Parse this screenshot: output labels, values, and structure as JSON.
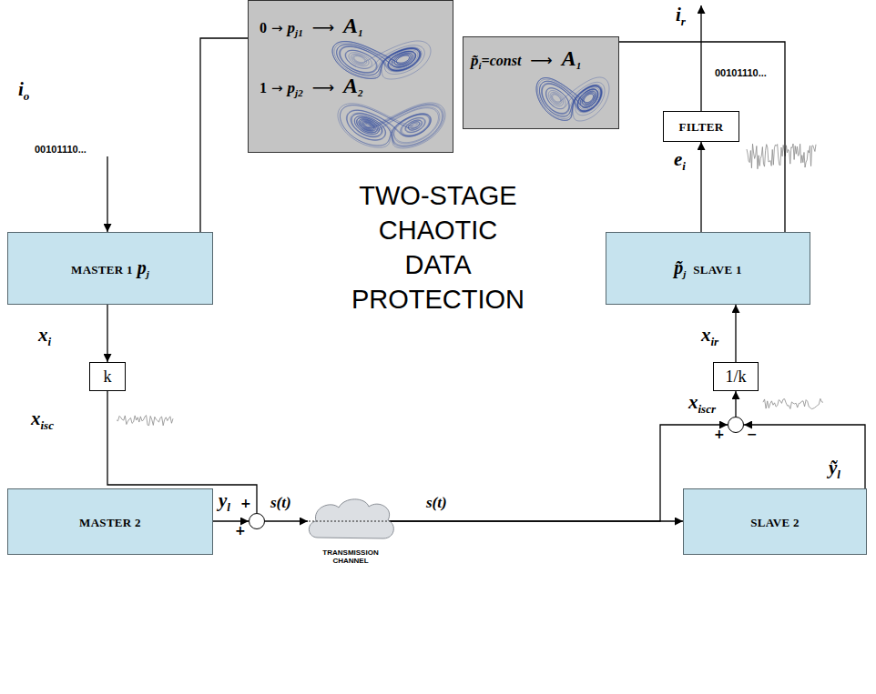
{
  "diagram": {
    "title": "TWO-STAGE CHAOTIC DATA PROTECTION",
    "nodes": [
      {
        "text": [
          "0",
          "→",
          "p",
          "j1",
          "⟶",
          "A",
          "1",
          "1",
          "→",
          "p",
          "j2",
          "⟶",
          "A",
          "2"
        ]
      },
      {
        "text": [
          "p̃",
          "i",
          "=const",
          "⟶",
          "A",
          "1"
        ]
      },
      {
        "text": [
          "MASTER 1",
          "p",
          "j"
        ]
      },
      {
        "text": [
          "p̃",
          "j",
          "SLAVE 1"
        ]
      },
      {
        "text": [
          "FILTER"
        ]
      },
      {
        "text": [
          "k"
        ]
      },
      {
        "text": [
          "1/k"
        ]
      },
      {
        "text": [
          "MASTER 2"
        ]
      },
      {
        "text": [
          "SLAVE 2"
        ]
      },
      {
        "text": [
          "+",
          "+"
        ]
      },
      {
        "text": [
          "TRANSMISSION CHANNEL"
        ]
      },
      {
        "text": [
          "+",
          "−"
        ]
      }
    ],
    "edges": [
      {
        "from": 2,
        "to": 5,
        "arrow": "to"
      },
      {
        "from": 5,
        "to": 9,
        "arrow": "none"
      },
      {
        "from": 7,
        "to": 9,
        "arrow": "to"
      },
      {
        "from": 9,
        "to": 10,
        "arrow": "to"
      },
      {
        "from": 10,
        "to": 8,
        "arrow": "to"
      },
      {
        "from": 10,
        "to": 11,
        "arrow": "to"
      },
      {
        "from": 8,
        "to": 11,
        "arrow": "to"
      },
      {
        "from": 11,
        "to": 6,
        "arrow": "to"
      },
      {
        "from": 6,
        "to": 3,
        "arrow": "to"
      },
      {
        "from": 3,
        "to": 4,
        "arrow": "to"
      },
      {
        "from": 2,
        "to": 0,
        "arrow": "none"
      },
      {
        "from": 3,
        "to": 1,
        "arrow": "none"
      }
    ],
    "labels": [
      "i",
      "o",
      "00101110...",
      "x",
      "i",
      "x",
      "isc",
      "y",
      "l",
      "s(t)",
      "s(t)",
      "x",
      "iscr",
      "x",
      "ir",
      "e",
      "i",
      "ỹ",
      "l",
      "i",
      "r",
      "00101110..."
    ]
  }
}
